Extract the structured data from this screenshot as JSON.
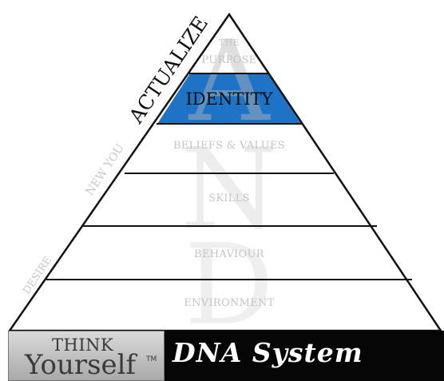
{
  "pyramid": {
    "layers": [
      {
        "label": "PURPOSE",
        "prefix": "THE",
        "highlight": false
      },
      {
        "label": "IDENTITY",
        "highlight": true
      },
      {
        "label": "BELIEFS & VALUES",
        "highlight": false
      },
      {
        "label": "SKILLS",
        "highlight": false
      },
      {
        "label": "BEHAVIOUR",
        "highlight": false
      },
      {
        "label": "ENVIRONMENT",
        "highlight": false
      }
    ],
    "watermark_letters": [
      "A",
      "N",
      "D"
    ],
    "side_labels": {
      "actualize": "ACTUALIZE",
      "new_you": "NEW YOU",
      "desire": "DESIRE"
    }
  },
  "banner": {
    "brand_top": "THINK",
    "brand_bottom": "Yourself",
    "trademark": "TM",
    "product": "DNA System"
  },
  "colors": {
    "highlight": "#1f73c6",
    "outline": "#111111",
    "label_gray": "#c4c4c4",
    "banner_dark": "#050505"
  }
}
